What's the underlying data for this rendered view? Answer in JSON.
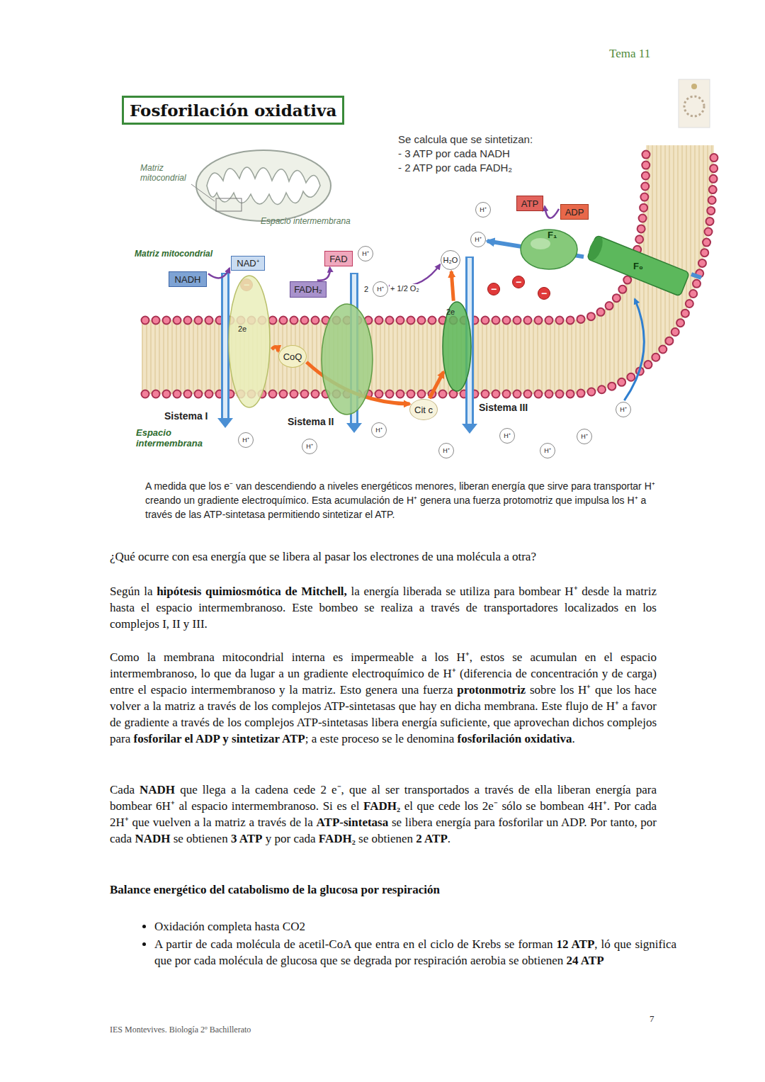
{
  "diagram": {
    "title": "Fosforilación oxidativa",
    "caption": "A medida que los e⁻ van descendiendo a niveles energéticos menores, liberan energía que sirve para transportar H⁺ creando un gradiente electroquímico. Esta acumulación de H⁺ genera una fuerza protomotriz que impulsa los H⁺ a través de las ATP-sintetasa permitiendo sintetizar el ATP.",
    "nodes": [
      {
        "text": [
          "NADH"
        ]
      },
      {
        "text": [
          "NAD⁺"
        ]
      },
      {
        "text": [
          "FAD"
        ]
      },
      {
        "text": [
          "FADH₂"
        ]
      },
      {
        "text": [
          "H⁺"
        ]
      },
      {
        "text": [
          "H⁺"
        ]
      },
      {
        "text": [
          "H₂O"
        ]
      },
      {
        "text": [
          "H⁺"
        ]
      },
      {
        "text": [
          "H⁺"
        ]
      },
      {
        "text": [
          "ATP"
        ]
      },
      {
        "text": [
          "ADP"
        ]
      },
      {
        "text": [
          "F₁"
        ]
      },
      {
        "text": [
          "F₀"
        ]
      },
      {
        "text": [
          "−"
        ]
      },
      {
        "text": [
          "−"
        ]
      },
      {
        "text": [
          "−"
        ]
      },
      {
        "text": [
          "−"
        ]
      },
      {
        "text": [
          "Sistema I"
        ]
      },
      {
        "text": [
          "CoQ"
        ]
      },
      {
        "text": [
          "Sistema II"
        ]
      },
      {
        "text": [
          "Cit c"
        ]
      },
      {
        "text": [
          "Sistema III"
        ]
      },
      {
        "text": [
          "H⁺"
        ]
      },
      {
        "text": [
          "H⁺"
        ]
      },
      {
        "text": [
          "H⁺"
        ]
      },
      {
        "text": [
          "H⁺"
        ]
      },
      {
        "text": [
          "H⁺"
        ]
      },
      {
        "text": [
          "H⁺"
        ]
      },
      {
        "text": [
          "H⁺"
        ]
      },
      {
        "text": [
          "H⁺"
        ]
      }
    ],
    "edges": [
      {
        "from": 0,
        "to": 1,
        "arrow": "to"
      },
      {
        "from": 3,
        "to": 2,
        "arrow": "to"
      },
      {
        "from": 5,
        "to": 6,
        "arrow": "to"
      },
      {
        "from": 10,
        "to": 9,
        "arrow": "to"
      },
      {
        "from": 12,
        "to": 8,
        "arrow": "to"
      },
      {
        "from": 29,
        "to": 12,
        "arrow": "to"
      },
      {
        "from": 17,
        "to": 18,
        "arrow": "to"
      },
      {
        "from": 18,
        "to": 20,
        "arrow": "to"
      },
      {
        "from": 20,
        "to": 21,
        "arrow": "to"
      },
      {
        "from": 21,
        "to": 6,
        "arrow": "to"
      }
    ],
    "labels": [
      "Tema 11",
      "Matriz mitocondrial",
      "Espacio intermembrana",
      "Se calcula que se sintetizan:",
      "- 3 ATP por cada NADH",
      "- 2 ATP por cada FADH₂",
      "Matriz mitocondrial",
      "2",
      "+ 1/2 O₂",
      "2e",
      "2e",
      "Espacio intermembrana",
      "¿Qué ocurre con esa energía que se libera al pasar los electrones de una molécula a otra?",
      "Según la ",
      "hipótesis quimiosmótica de Mitchell,",
      " la energía liberada se utiliza para bombear H⁺ desde la matriz hasta el espacio intermembranoso. Este bombeo se realiza a través de transportadores localizados en los complejos I, II y III.",
      "Como la membrana mitocondrial interna es impermeable a los H⁺, estos se acumulan en el espacio intermembranoso, lo que da lugar a un gradiente electroquímico de H⁺ (diferencia de concentración y de carga) entre el espacio intermembranoso y la matriz. Esto genera una fuerza ",
      "protonmotriz",
      " sobre los H⁺ que los hace volver a la matriz a través de los complejos ATP-sintetasas que hay en dicha membrana. Este flujo de H⁺ a favor de gradiente a través de los complejos ATP-sintetasas libera energía suficiente, que aprovechan dichos complejos para ",
      "fosforilar el ADP y sintetizar ATP",
      "; a este proceso se le denomina ",
      "fosforilación oxidativa",
      ".",
      "Cada ",
      "NADH",
      " que llega a la cadena cede 2 e⁻, que al ser transportados a través de ella liberan energía para bombear 6H⁺ al espacio intermembranoso. Si es el ",
      "FADH₂",
      " el que cede los 2e⁻ sólo se bombean 4H⁺. Por cada 2H⁺ que vuelven a la matriz a través de la ",
      "ATP-sintetasa",
      " se libera energía para fosforilar un ADP. Por tanto, por cada ",
      "NADH",
      " se obtienen ",
      "3 ATP",
      " y por cada ",
      "FADH₂",
      " se obtienen ",
      "2 ATP",
      ".",
      "Balance energético del catabolismo de la glucosa por respiración",
      "Oxidación completa hasta CO2",
      "A partir de cada molécula de acetil-CoA que entra en el ciclo de Krebs se forman ",
      "12 ATP",
      ", ló que significa que por cada molécula de glucosa que se degrada por respiración aerobia se obtienen ",
      "24 ATP",
      "IES Montevives. Biología 2º Bachillerato",
      "7"
    ]
  }
}
